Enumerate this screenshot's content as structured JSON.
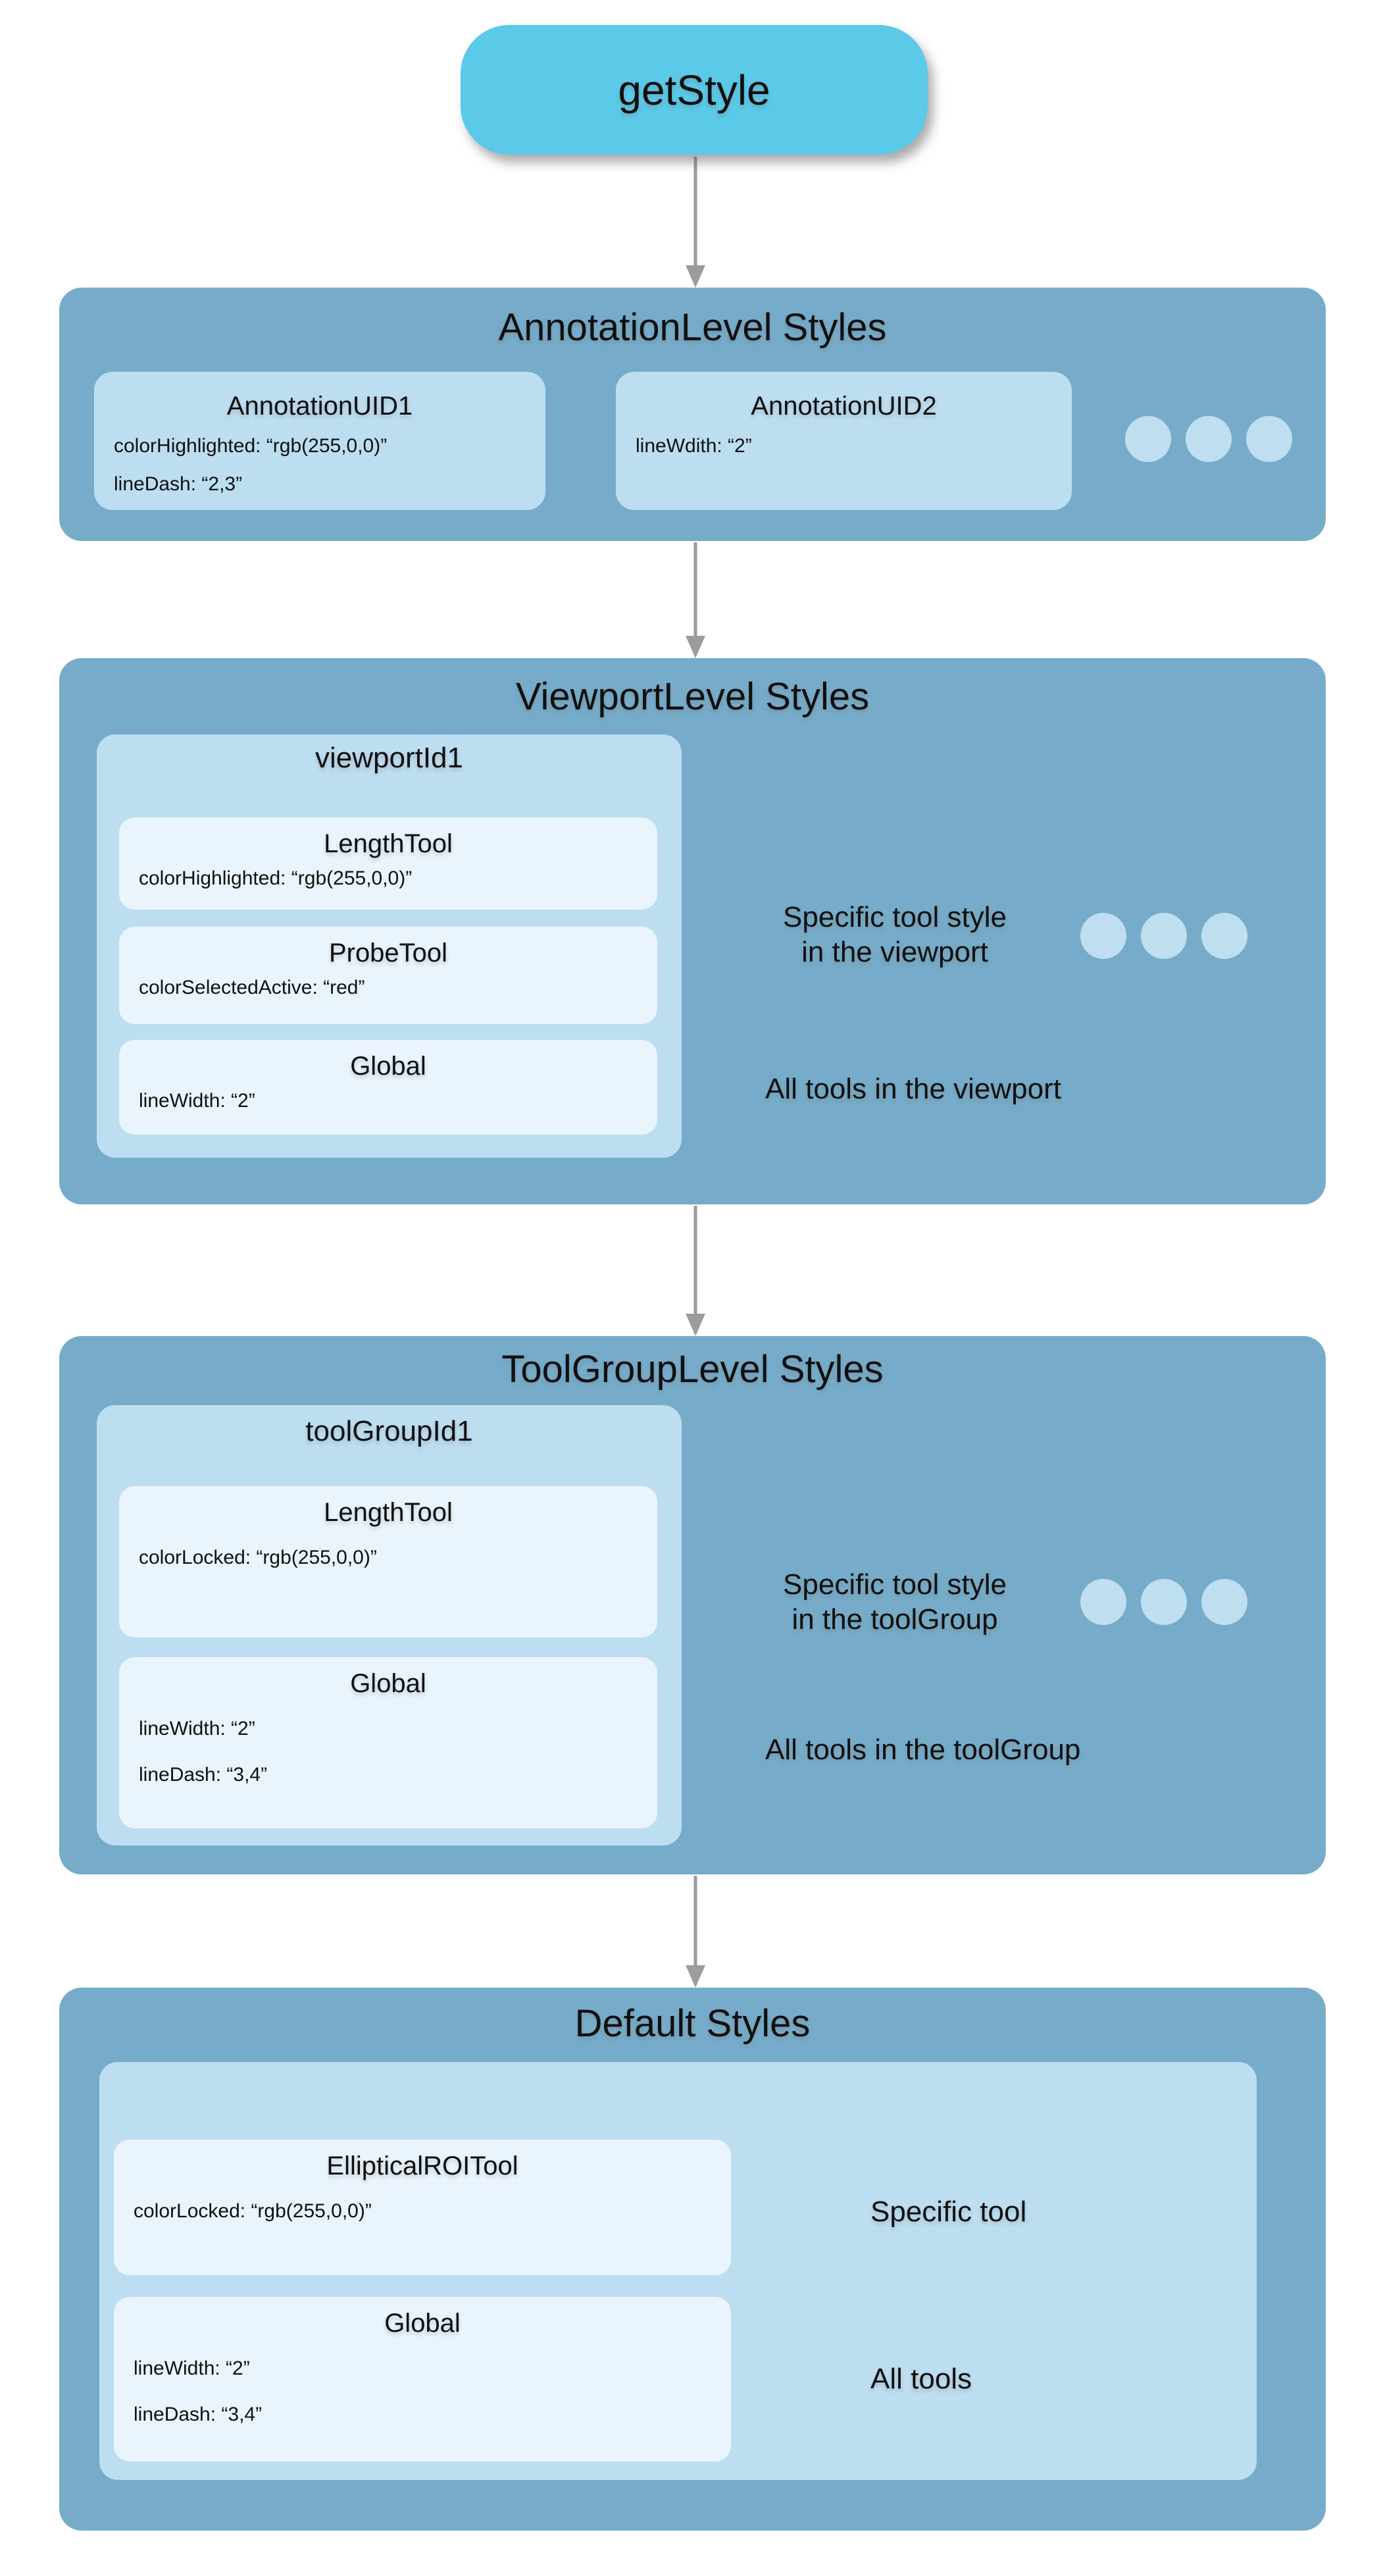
{
  "node": {
    "label": "getStyle"
  },
  "colors": {
    "node_bg": "#5BC9E8",
    "section_bg": "#76ACC9",
    "inner_bg": "#BDDEF1",
    "leaf_bg": "#EAF4FC",
    "dot": "#BFDEF0",
    "arrow": "#9C9C9C",
    "ink": "#101010",
    "background": "#FFFFFF"
  },
  "icons": {
    "ellipsis": "three-dots",
    "arrow": "gray-arrow"
  },
  "sections": [
    {
      "title": "AnnotationLevel Styles",
      "boxes": [
        {
          "title": "AnnotationUID1",
          "props": [
            "colorHighlighted: “rgb(255,0,0)”",
            "lineDash: “2,3”"
          ]
        },
        {
          "title": "AnnotationUID2",
          "props": [
            "lineWdith: “2”"
          ]
        }
      ]
    },
    {
      "title": "ViewportLevel Styles",
      "container": {
        "title": "viewportId1"
      },
      "boxes": [
        {
          "title": "LengthTool",
          "props": [
            "colorHighlighted: “rgb(255,0,0)”"
          ]
        },
        {
          "title": "ProbeTool",
          "props": [
            "colorSelectedActive: “red”"
          ]
        },
        {
          "title": "Global",
          "props": [
            "lineWidth: “2”"
          ]
        }
      ],
      "labels": {
        "specific_line1": "Specific tool style",
        "specific_line2": "in the viewport",
        "all": "All tools in the viewport"
      }
    },
    {
      "title": "ToolGroupLevel Styles",
      "container": {
        "title": "toolGroupId1"
      },
      "boxes": [
        {
          "title": "LengthTool",
          "props": [
            "colorLocked: “rgb(255,0,0)”"
          ]
        },
        {
          "title": "Global",
          "props": [
            "lineWidth: “2”",
            "lineDash: “3,4”"
          ]
        }
      ],
      "labels": {
        "specific_line1": "Specific tool style",
        "specific_line2": "in the toolGroup",
        "all": "All tools in the toolGroup"
      }
    },
    {
      "title": "Default Styles",
      "boxes": [
        {
          "title": "EllipticalROITool",
          "props": [
            "colorLocked: “rgb(255,0,0)”"
          ]
        },
        {
          "title": "Global",
          "props": [
            "lineWidth: “2”",
            "lineDash: “3,4”"
          ]
        }
      ],
      "labels": {
        "specific": "Specific tool",
        "all": "All tools"
      }
    }
  ]
}
